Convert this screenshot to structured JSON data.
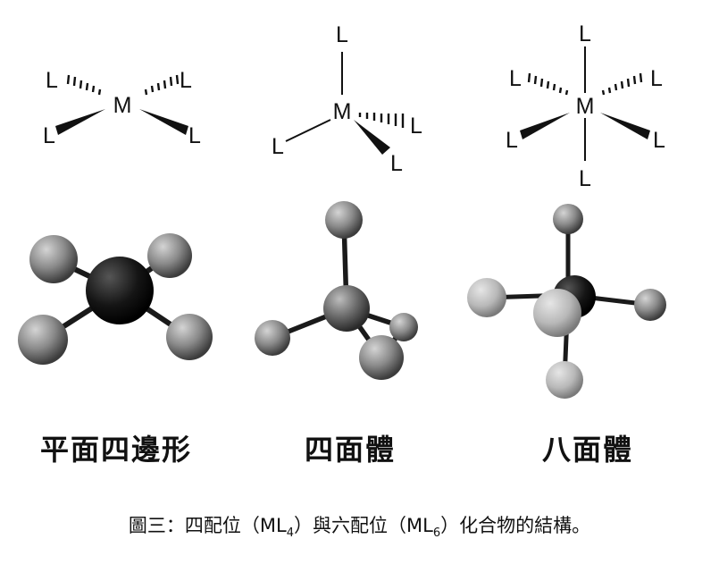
{
  "figure": {
    "structures": [
      {
        "name": "平面四邊形",
        "metal": "M",
        "ligands": [
          "L",
          "L",
          "L",
          "L"
        ]
      },
      {
        "name": "四面體",
        "metal": "M",
        "ligands": [
          "L",
          "L",
          "L",
          "L"
        ]
      },
      {
        "name": "八面體",
        "metal": "M",
        "ligands": [
          "L",
          "L",
          "L",
          "L",
          "L",
          "L"
        ]
      }
    ]
  },
  "caption": {
    "prefix": "圖三：四配位（ML",
    "sub1": "4",
    "middle": "）與六配位（ML",
    "sub2": "6",
    "suffix": "）化合物的結構。"
  },
  "colors": {
    "ink": "#111111",
    "metal_sphere": "#151515",
    "ligand_sphere": "#8a8a8a",
    "light_sphere": "#b8b8b8"
  }
}
